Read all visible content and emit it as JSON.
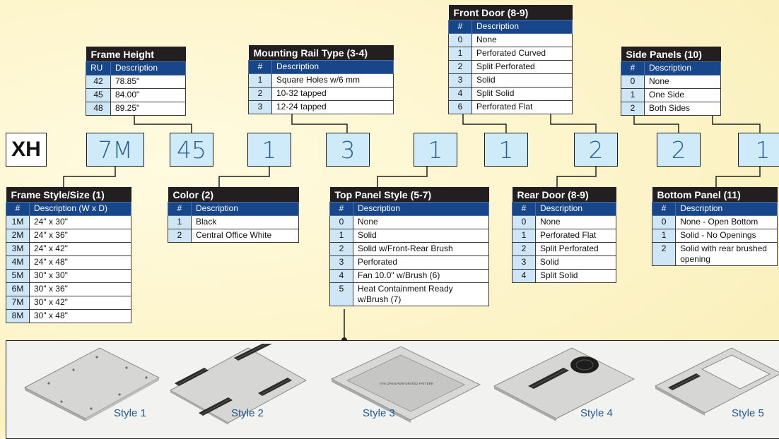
{
  "part_prefix": "XH",
  "code_digits": [
    "7M",
    "45",
    "1",
    "3",
    "1",
    "1",
    "2",
    "2",
    "1"
  ],
  "tables": {
    "frame_height": {
      "title": "Frame Height",
      "headers": [
        "RU",
        "Description"
      ],
      "rows": [
        [
          "42",
          "78.85\""
        ],
        [
          "45",
          "84.00\""
        ],
        [
          "48",
          "89.25\""
        ]
      ]
    },
    "mounting_rail": {
      "title": "Mounting Rail Type (3-4)",
      "headers": [
        "#",
        "Description"
      ],
      "rows": [
        [
          "1",
          "Square Holes w/6 mm"
        ],
        [
          "2",
          "10-32 tapped"
        ],
        [
          "3",
          "12-24 tapped"
        ]
      ]
    },
    "front_door": {
      "title": "Front Door (8-9)",
      "headers": [
        "#",
        "Description"
      ],
      "rows": [
        [
          "0",
          "None"
        ],
        [
          "1",
          "Perforated Curved"
        ],
        [
          "2",
          "Split Perforated"
        ],
        [
          "3",
          "Solid"
        ],
        [
          "4",
          "Split Solid"
        ],
        [
          "6",
          "Perforated Flat"
        ]
      ]
    },
    "side_panels": {
      "title": "Side Panels (10)",
      "headers": [
        "#",
        "Description"
      ],
      "rows": [
        [
          "0",
          "None"
        ],
        [
          "1",
          "One Side"
        ],
        [
          "2",
          "Both Sides"
        ]
      ]
    },
    "frame_style": {
      "title": "Frame Style/Size (1)",
      "headers": [
        "#",
        "Description (W x D)"
      ],
      "rows": [
        [
          "1M",
          "24\" x 30\""
        ],
        [
          "2M",
          "24\" x 36\""
        ],
        [
          "3M",
          "24\" x 42\""
        ],
        [
          "4M",
          "24\" x 48\""
        ],
        [
          "5M",
          "30\" x 30\""
        ],
        [
          "6M",
          "30\" x 36\""
        ],
        [
          "7M",
          "30\" x 42\""
        ],
        [
          "8M",
          "30\" x 48\""
        ]
      ]
    },
    "color": {
      "title": "Color (2)",
      "headers": [
        "#",
        "Description"
      ],
      "rows": [
        [
          "1",
          "Black"
        ],
        [
          "2",
          "Central Office White"
        ]
      ]
    },
    "top_panel": {
      "title": "Top Panel Style (5-7)",
      "headers": [
        "#",
        "Description"
      ],
      "rows": [
        [
          "0",
          "None"
        ],
        [
          "1",
          "Solid"
        ],
        [
          "2",
          "Solid w/Front-Rear Brush"
        ],
        [
          "3",
          "Perforated"
        ],
        [
          "4",
          "Fan 10.0\" w/Brush (6)"
        ],
        [
          "5",
          "Heat Containment Ready w/Brush (7)"
        ]
      ]
    },
    "rear_door": {
      "title": "Rear Door (8-9)",
      "headers": [
        "#",
        "Description"
      ],
      "rows": [
        [
          "0",
          "None"
        ],
        [
          "1",
          "Perforated Flat"
        ],
        [
          "2",
          "Split Perforated"
        ],
        [
          "3",
          "Solid"
        ],
        [
          "4",
          "Split Solid"
        ]
      ]
    },
    "bottom_panel": {
      "title": "Bottom Panel (11)",
      "headers": [
        "#",
        "Description"
      ],
      "rows": [
        [
          "0",
          "None - Open Bottom"
        ],
        [
          "1",
          "Solid - No Openings"
        ],
        [
          "2",
          "Solid with rear brushed opening"
        ]
      ]
    }
  },
  "styles_panel": {
    "labels": [
      "Style 1",
      "Style 2",
      "Style 3",
      "Style 4",
      "Style 5"
    ],
    "plate_text": "70% OPEN PERFORATED PATTERN"
  },
  "colors": {
    "background": "#fdf5cc",
    "table_title": "#231f20",
    "table_header": "#17478a",
    "number_cell": "#cfe6f6",
    "code_box": "#cfeaf9",
    "style_label": "#1f5a92"
  }
}
